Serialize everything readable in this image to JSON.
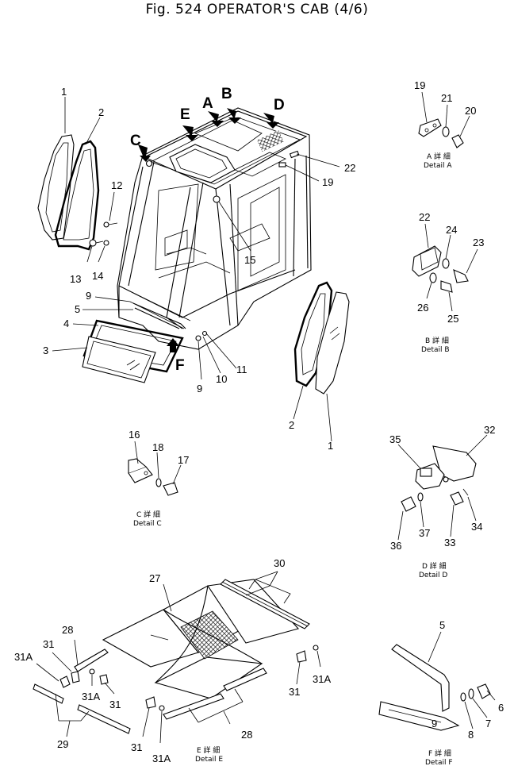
{
  "title": "Fig. 524  OPERATOR'S CAB (4/6)",
  "main_labels": {
    "l1a": "1",
    "l2a": "2",
    "l12": "12",
    "l13": "13",
    "l14": "14",
    "l9a": "9",
    "l5a": "5",
    "l4": "4",
    "l3": "3",
    "l9b": "9",
    "l10": "10",
    "l11": "11",
    "l15": "15",
    "l22a": "22",
    "l19a": "19",
    "l2b": "2",
    "l1b": "1",
    "A": "A",
    "B": "B",
    "C": "C",
    "D": "D",
    "E": "E",
    "F": "F"
  },
  "detail_a": {
    "p19": "19",
    "p21": "21",
    "p20": "20",
    "cap_jp": "A 詳 細",
    "cap": "Detail A"
  },
  "detail_b": {
    "p22": "22",
    "p24": "24",
    "p23": "23",
    "p26": "26",
    "p25": "25",
    "cap_jp": "B 詳 細",
    "cap": "Detail B"
  },
  "detail_c": {
    "p16": "16",
    "p18": "18",
    "p17": "17",
    "cap_jp": "C 詳 細",
    "cap": "Detail C"
  },
  "detail_d": {
    "p35": "35",
    "p32": "32",
    "p36": "36",
    "p37": "37",
    "p33": "33",
    "p34": "34",
    "cap_jp": "D 詳 細",
    "cap": "Detail D"
  },
  "detail_e": {
    "p30": "30",
    "p27": "27",
    "p28a": "28",
    "p31a": "31",
    "p31A1": "31A",
    "p31b": "31",
    "p31A2": "31A",
    "p31c": "31",
    "p31A3": "31A",
    "p31d": "31",
    "p31A4": "31A",
    "p28b": "28",
    "p29": "29",
    "cap_jp": "E 詳 細",
    "cap": "Detail E"
  },
  "detail_f": {
    "p5": "5",
    "p6": "6",
    "p7": "7",
    "p8": "8",
    "p9": "9",
    "cap_jp": "F 詳 細",
    "cap": "Detail F"
  }
}
